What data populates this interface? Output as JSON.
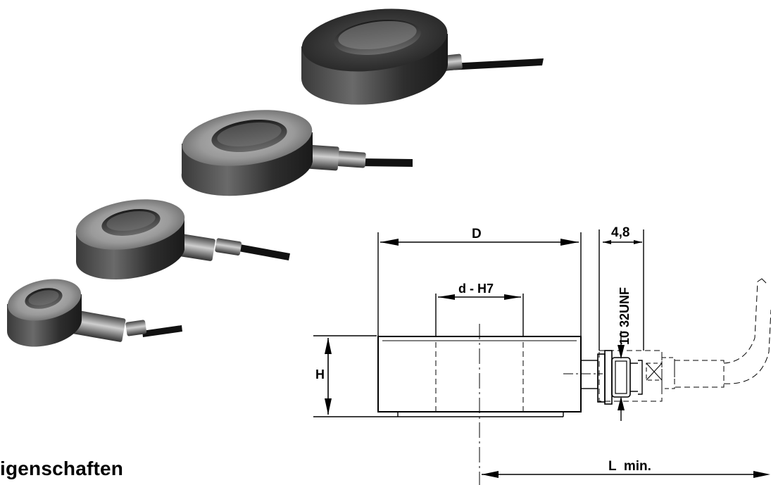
{
  "drawing": {
    "labels": {
      "outer_diameter": "D",
      "inner_diameter": "d - H7",
      "height": "H",
      "connector_offset": "4,8",
      "thread": "10 32UNF",
      "length": "L  min."
    }
  },
  "heading": "igenschaften",
  "photos": {
    "items": [
      "load-cell-ring-large",
      "load-cell-ring-medium",
      "load-cell-ring-small",
      "load-cell-ring-smallest"
    ]
  }
}
